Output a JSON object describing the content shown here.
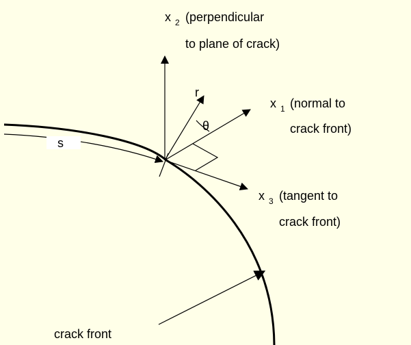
{
  "labels": {
    "x2_symbol": "x",
    "x2_subscript": "2",
    "x2_line1": "(perpendicular",
    "x2_line2": "to plane of crack)",
    "x1_symbol": "x",
    "x1_subscript": "1",
    "x1_line1": "(normal to",
    "x1_line2": "crack front)",
    "x3_symbol": "x",
    "x3_subscript": "3",
    "x3_line1": "(tangent to",
    "x3_line2": "crack front)",
    "r": "r",
    "theta": "θ",
    "s": "s",
    "crack_front": "crack front"
  },
  "colors": {
    "background": "#ffffe8",
    "ink": "#000000",
    "s_label_box": "#ffffff"
  }
}
